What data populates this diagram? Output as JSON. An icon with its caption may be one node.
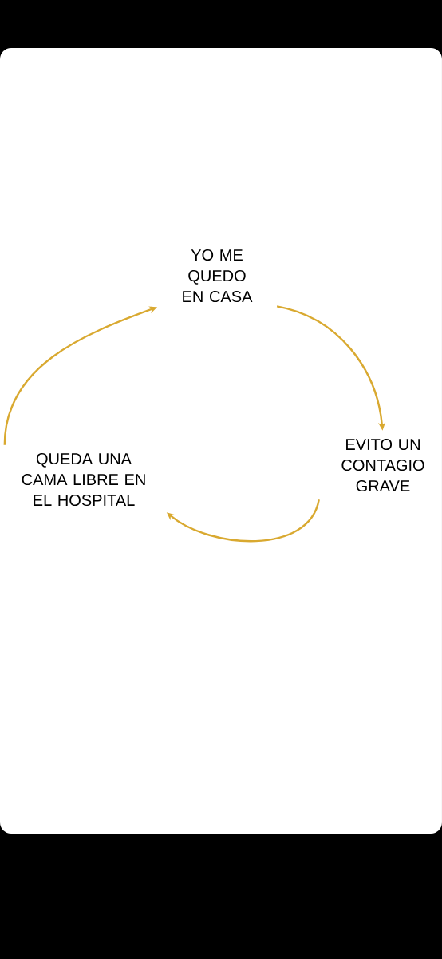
{
  "diagram": {
    "nodes": [
      {
        "text": [
          "YO ME QUEDO EN CASA"
        ]
      },
      {
        "text": [
          "EVITO UN CONTAGIO GRAVE"
        ]
      },
      {
        "text": [
          "QUEDA UNA CAMA LIBRE EN EL HOSPITAL"
        ]
      }
    ],
    "edges": [
      {
        "from": 0,
        "to": 1,
        "arrow": "to"
      },
      {
        "from": 1,
        "to": 2,
        "arrow": "to"
      },
      {
        "from": 2,
        "to": 0,
        "arrow": "to"
      }
    ]
  }
}
